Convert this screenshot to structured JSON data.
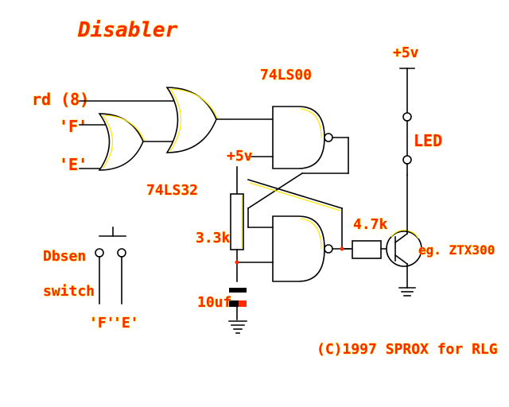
{
  "title": "Disabler",
  "labels": {
    "chip_nand": "74LS00",
    "chip_or": "74LS32",
    "input_rd": "rd (8)",
    "input_f": "'F'",
    "input_e": "'E'",
    "vcc_top": "+5v",
    "vcc_mid": "+5v",
    "led": "LED",
    "resistor_47k": "4.7k",
    "transistor": "eg. ZTX300",
    "pot_33k": "3.3k",
    "cap_10uf": "10uf",
    "switch_line1": "Dbsen",
    "switch_line2": "switch",
    "switch_contact_f": "'F'",
    "switch_contact_e": "'E'",
    "copyright": "(C)1997 SPROX for RLG"
  }
}
